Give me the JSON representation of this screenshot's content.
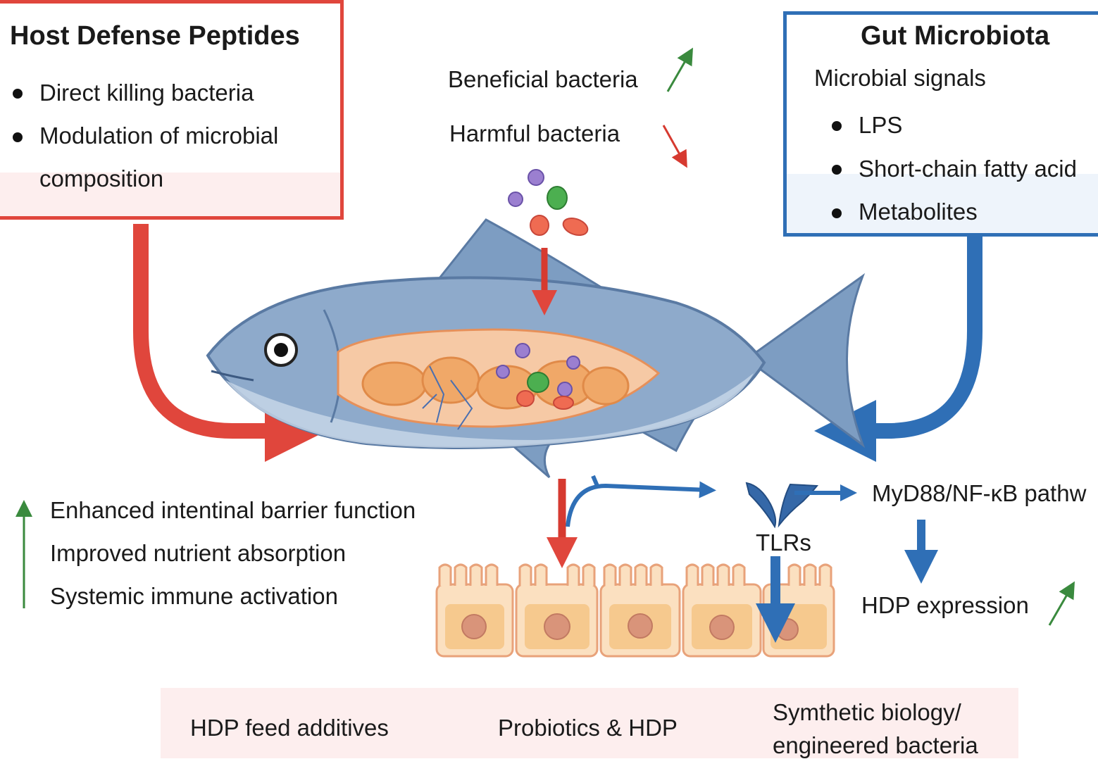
{
  "hdp_box": {
    "title": "Host Defense Peptides",
    "items": [
      "Direct killing bacteria",
      "Modulation of microbial",
      "composition"
    ]
  },
  "gut_box": {
    "title": "Gut Microbiota",
    "subtitle": "Microbial signals",
    "items": [
      "LPS",
      "Short-chain fatty acid",
      "Metabolites"
    ]
  },
  "bacteria_labels": {
    "beneficial": "Beneficial bacteria",
    "harmful": "Harmful bacteria"
  },
  "effects": [
    "Enhanced intentinal barrier function",
    "Improved nutrient absorption",
    "Systemic immune activation"
  ],
  "pathway": {
    "tlrs": "TLRs",
    "myd88": "MyD88/NF-κB pathw",
    "hdp_expression": "HDP expression"
  },
  "applications": [
    "HDP feed additives",
    "Probiotics & HDP",
    "Symthetic biology/",
    "engineered bacteria"
  ],
  "colors": {
    "red": "#e0463c",
    "blue": "#2f6fb6",
    "green": "#3a8a3e",
    "fish_body": "#8eaacb",
    "gut": "#f0a868"
  }
}
